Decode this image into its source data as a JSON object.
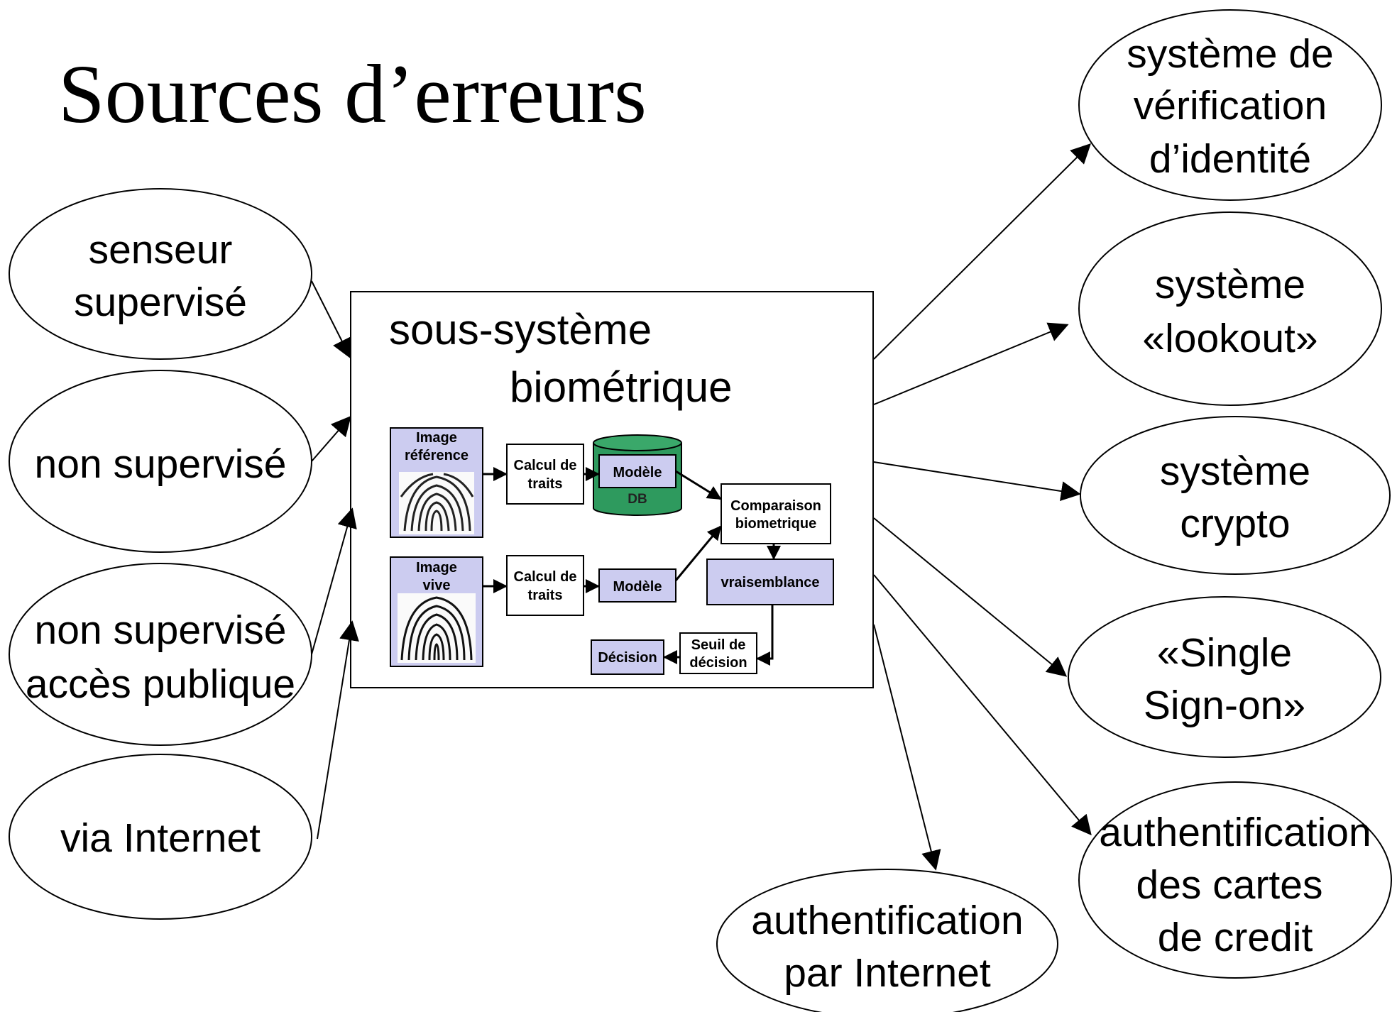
{
  "title": "Sources d’erreurs",
  "subsystem": {
    "title_line1": "sous-système",
    "title_line2": "biométrique",
    "image_ref": [
      "Image",
      "référence"
    ],
    "image_live": [
      "Image",
      "vive"
    ],
    "calc1": [
      "Calcul de",
      "traits"
    ],
    "calc2": [
      "Calcul de",
      "traits"
    ],
    "model_top": "Modèle",
    "db_label": "DB",
    "model_bottom": "Modèle",
    "comparison": [
      "Comparaison",
      "biometrique"
    ],
    "likelihood": "vraisemblance",
    "threshold": [
      "Seuil de",
      "décision"
    ],
    "decision": "Décision"
  },
  "inputs": [
    [
      "senseur",
      "supervisé"
    ],
    [
      "non supervisé"
    ],
    [
      "non supervisé",
      "accès publique"
    ],
    [
      "via Internet"
    ]
  ],
  "outputs": [
    [
      "système de",
      "vérification",
      "d’identité"
    ],
    [
      "système",
      "«lookout»"
    ],
    [
      "système",
      "crypto"
    ],
    [
      "«Single",
      "Sign-on»"
    ],
    [
      "authentification",
      "des cartes",
      "de credit"
    ],
    [
      "authentification",
      "par Internet"
    ]
  ],
  "colors": {
    "box_fill": "#ccccf0",
    "db_fill": "#2e9a5e",
    "stroke": "#000000"
  }
}
